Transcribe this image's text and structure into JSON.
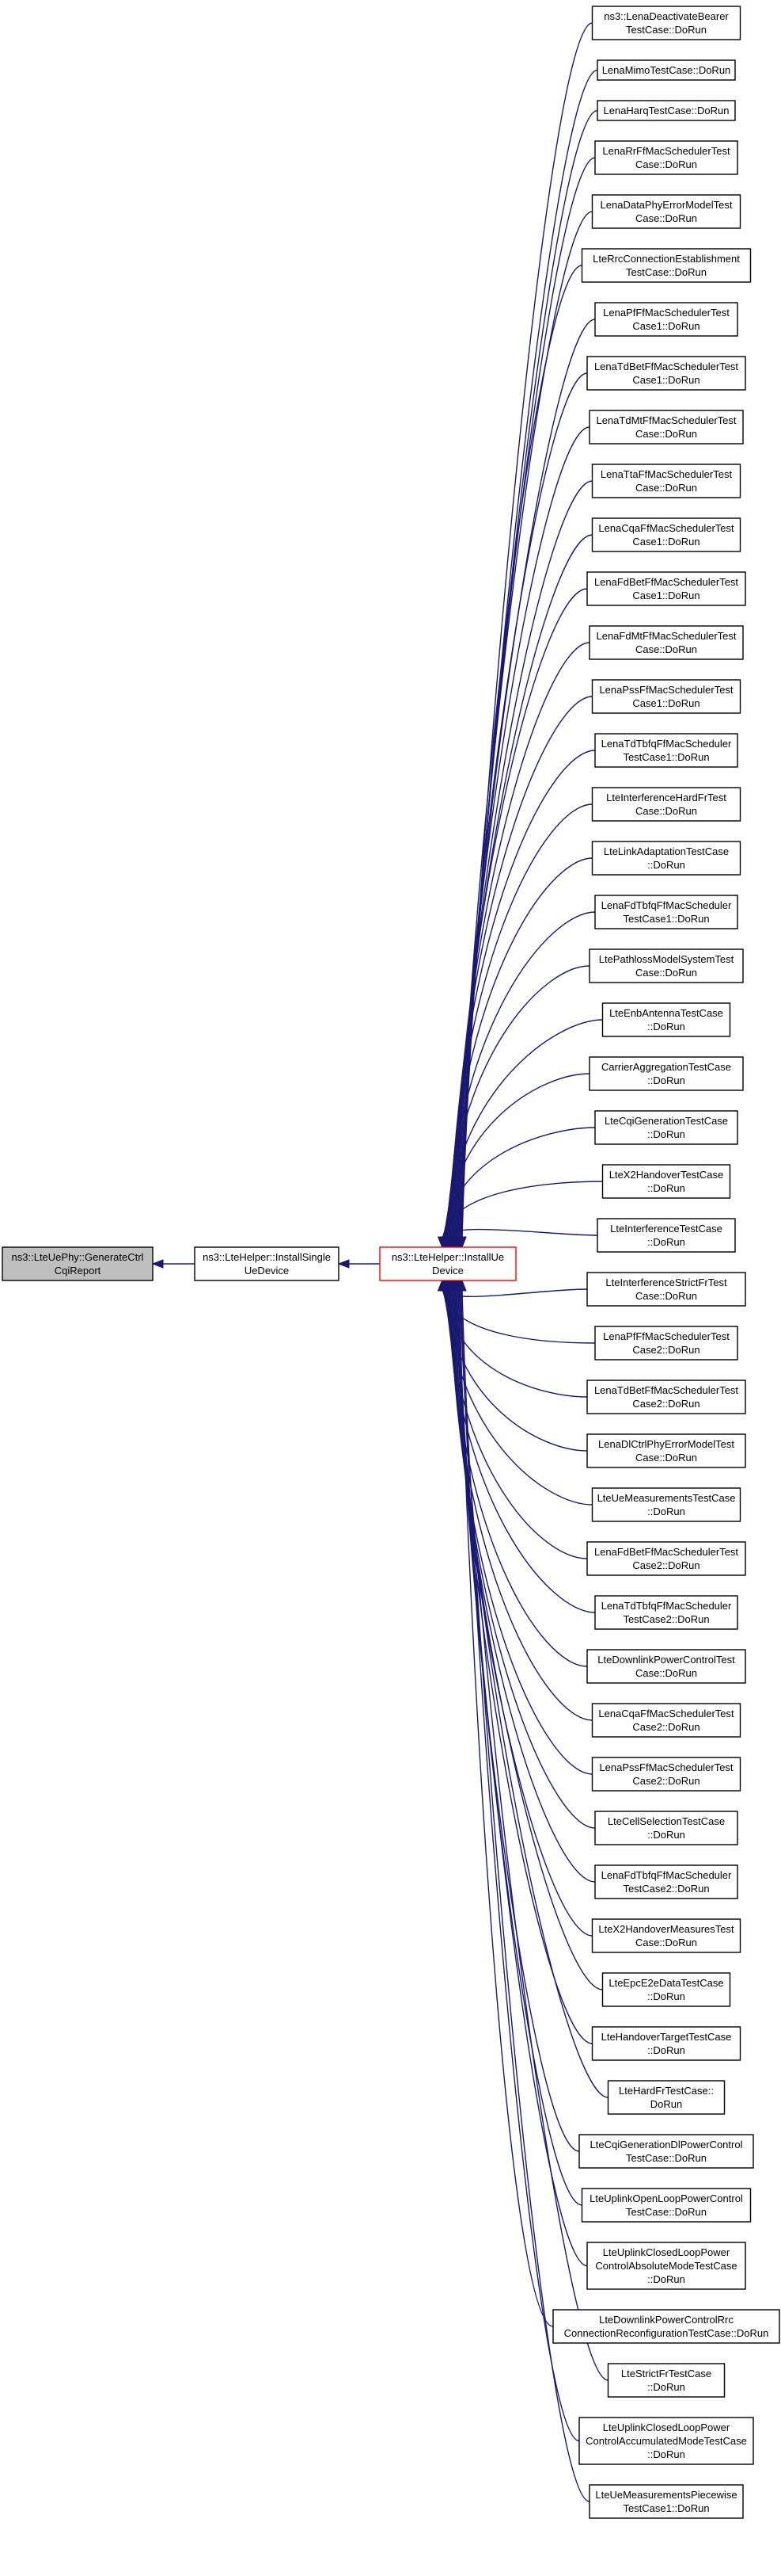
{
  "graph": {
    "focus_node": {
      "name": "focus-node-generate-ctrl-cqi-report",
      "lines": [
        "ns3::LteUePhy::GenerateCtrl",
        "CqiReport"
      ]
    },
    "middle_node": {
      "name": "node-install-single-ue-device",
      "lines": [
        "ns3::LteHelper::InstallSingle",
        "UeDevice"
      ]
    },
    "hub_node": {
      "name": "node-install-ue-device",
      "lines": [
        "ns3::LteHelper::InstallUe",
        "Device"
      ]
    },
    "callers": [
      {
        "lines": [
          "ns3::LenaDeactivateBearer",
          "TestCase::DoRun"
        ]
      },
      {
        "lines": [
          "LenaMimoTestCase::DoRun"
        ]
      },
      {
        "lines": [
          "LenaHarqTestCase::DoRun"
        ]
      },
      {
        "lines": [
          "LenaRrFfMacSchedulerTest",
          "Case::DoRun"
        ]
      },
      {
        "lines": [
          "LenaDataPhyErrorModelTest",
          "Case::DoRun"
        ]
      },
      {
        "lines": [
          "LteRrcConnectionEstablishment",
          "TestCase::DoRun"
        ]
      },
      {
        "lines": [
          "LenaPfFfMacSchedulerTest",
          "Case1::DoRun"
        ]
      },
      {
        "lines": [
          "LenaTdBetFfMacSchedulerTest",
          "Case1::DoRun"
        ]
      },
      {
        "lines": [
          "LenaTdMtFfMacSchedulerTest",
          "Case::DoRun"
        ]
      },
      {
        "lines": [
          "LenaTtaFfMacSchedulerTest",
          "Case::DoRun"
        ]
      },
      {
        "lines": [
          "LenaCqaFfMacSchedulerTest",
          "Case1::DoRun"
        ]
      },
      {
        "lines": [
          "LenaFdBetFfMacSchedulerTest",
          "Case1::DoRun"
        ]
      },
      {
        "lines": [
          "LenaFdMtFfMacSchedulerTest",
          "Case::DoRun"
        ]
      },
      {
        "lines": [
          "LenaPssFfMacSchedulerTest",
          "Case1::DoRun"
        ]
      },
      {
        "lines": [
          "LenaTdTbfqFfMacScheduler",
          "TestCase1::DoRun"
        ]
      },
      {
        "lines": [
          "LteInterferenceHardFrTest",
          "Case::DoRun"
        ]
      },
      {
        "lines": [
          "LteLinkAdaptationTestCase",
          "::DoRun"
        ]
      },
      {
        "lines": [
          "LenaFdTbfqFfMacScheduler",
          "TestCase1::DoRun"
        ]
      },
      {
        "lines": [
          "LtePathlossModelSystemTest",
          "Case::DoRun"
        ]
      },
      {
        "lines": [
          "LteEnbAntennaTestCase",
          "::DoRun"
        ]
      },
      {
        "lines": [
          "CarrierAggregationTestCase",
          "::DoRun"
        ]
      },
      {
        "lines": [
          "LteCqiGenerationTestCase",
          "::DoRun"
        ]
      },
      {
        "lines": [
          "LteX2HandoverTestCase",
          "::DoRun"
        ]
      },
      {
        "lines": [
          "LteInterferenceTestCase",
          "::DoRun"
        ]
      },
      {
        "lines": [
          "LteInterferenceStrictFrTest",
          "Case::DoRun"
        ]
      },
      {
        "lines": [
          "LenaPfFfMacSchedulerTest",
          "Case2::DoRun"
        ]
      },
      {
        "lines": [
          "LenaTdBetFfMacSchedulerTest",
          "Case2::DoRun"
        ]
      },
      {
        "lines": [
          "LenaDlCtrlPhyErrorModelTest",
          "Case::DoRun"
        ]
      },
      {
        "lines": [
          "LteUeMeasurementsTestCase",
          "::DoRun"
        ]
      },
      {
        "lines": [
          "LenaFdBetFfMacSchedulerTest",
          "Case2::DoRun"
        ]
      },
      {
        "lines": [
          "LenaTdTbfqFfMacScheduler",
          "TestCase2::DoRun"
        ]
      },
      {
        "lines": [
          "LteDownlinkPowerControlTest",
          "Case::DoRun"
        ]
      },
      {
        "lines": [
          "LenaCqaFfMacSchedulerTest",
          "Case2::DoRun"
        ]
      },
      {
        "lines": [
          "LenaPssFfMacSchedulerTest",
          "Case2::DoRun"
        ]
      },
      {
        "lines": [
          "LteCellSelectionTestCase",
          "::DoRun"
        ]
      },
      {
        "lines": [
          "LenaFdTbfqFfMacScheduler",
          "TestCase2::DoRun"
        ]
      },
      {
        "lines": [
          "LteX2HandoverMeasuresTest",
          "Case::DoRun"
        ]
      },
      {
        "lines": [
          "LteEpcE2eDataTestCase",
          "::DoRun"
        ]
      },
      {
        "lines": [
          "LteHandoverTargetTestCase",
          "::DoRun"
        ]
      },
      {
        "lines": [
          "LteHardFrTestCase::",
          "DoRun"
        ]
      },
      {
        "lines": [
          "LteCqiGenerationDlPowerControl",
          "TestCase::DoRun"
        ]
      },
      {
        "lines": [
          "LteUplinkOpenLoopPowerControl",
          "TestCase::DoRun"
        ]
      },
      {
        "lines": [
          "LteUplinkClosedLoopPower",
          "ControlAbsoluteModeTestCase",
          "::DoRun"
        ]
      },
      {
        "lines": [
          "LteDownlinkPowerControlRrc",
          "ConnectionReconfigurationTestCase::DoRun"
        ]
      },
      {
        "lines": [
          "LteStrictFrTestCase",
          "::DoRun"
        ]
      },
      {
        "lines": [
          "LteUplinkClosedLoopPower",
          "ControlAccumulatedModeTestCase",
          "::DoRun"
        ]
      },
      {
        "lines": [
          "LteUeMeasurementsPiecewise",
          "TestCase1::DoRun"
        ]
      }
    ]
  }
}
